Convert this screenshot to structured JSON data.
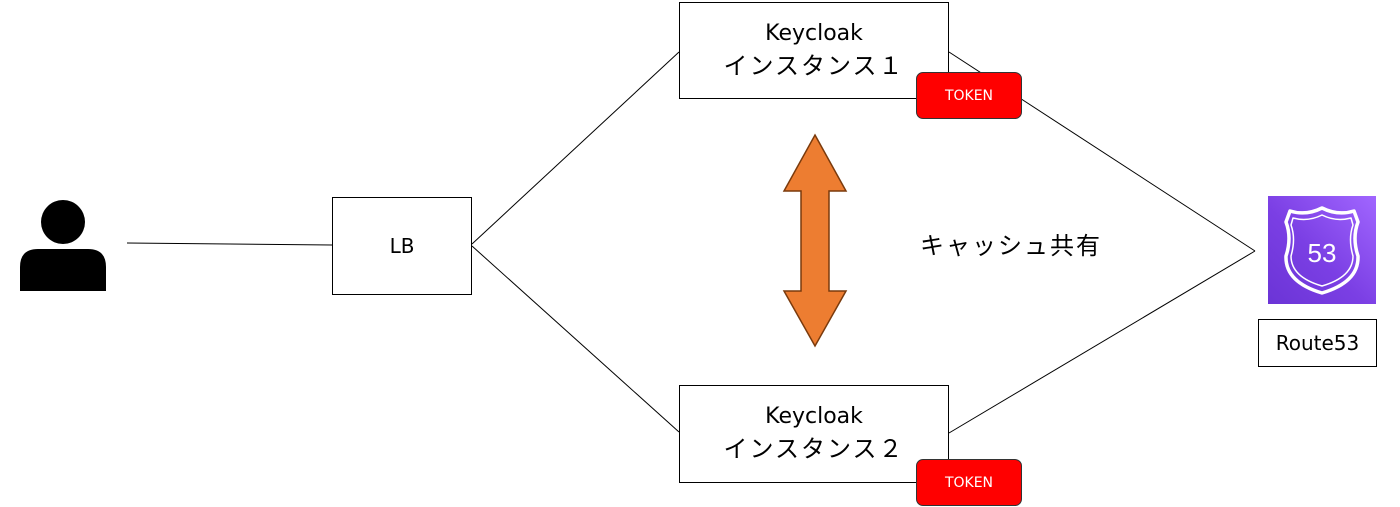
{
  "nodes": {
    "lb": {
      "label": "LB"
    },
    "keycloak1": {
      "line1": "Keycloak",
      "line2": "インスタンス１",
      "token": "TOKEN"
    },
    "keycloak2": {
      "line1": "Keycloak",
      "line2": "インスタンス２",
      "token": "TOKEN"
    },
    "route53": {
      "label": "Route53",
      "icon_text": "53",
      "icon": "route53-shield-icon"
    },
    "user": {
      "icon": "user-icon"
    }
  },
  "annotations": {
    "cache_share": "キャッシュ共有"
  },
  "colors": {
    "arrow": "#ed7d31",
    "token_bg": "#ff0000",
    "route53_bg": "#8c4fff"
  }
}
